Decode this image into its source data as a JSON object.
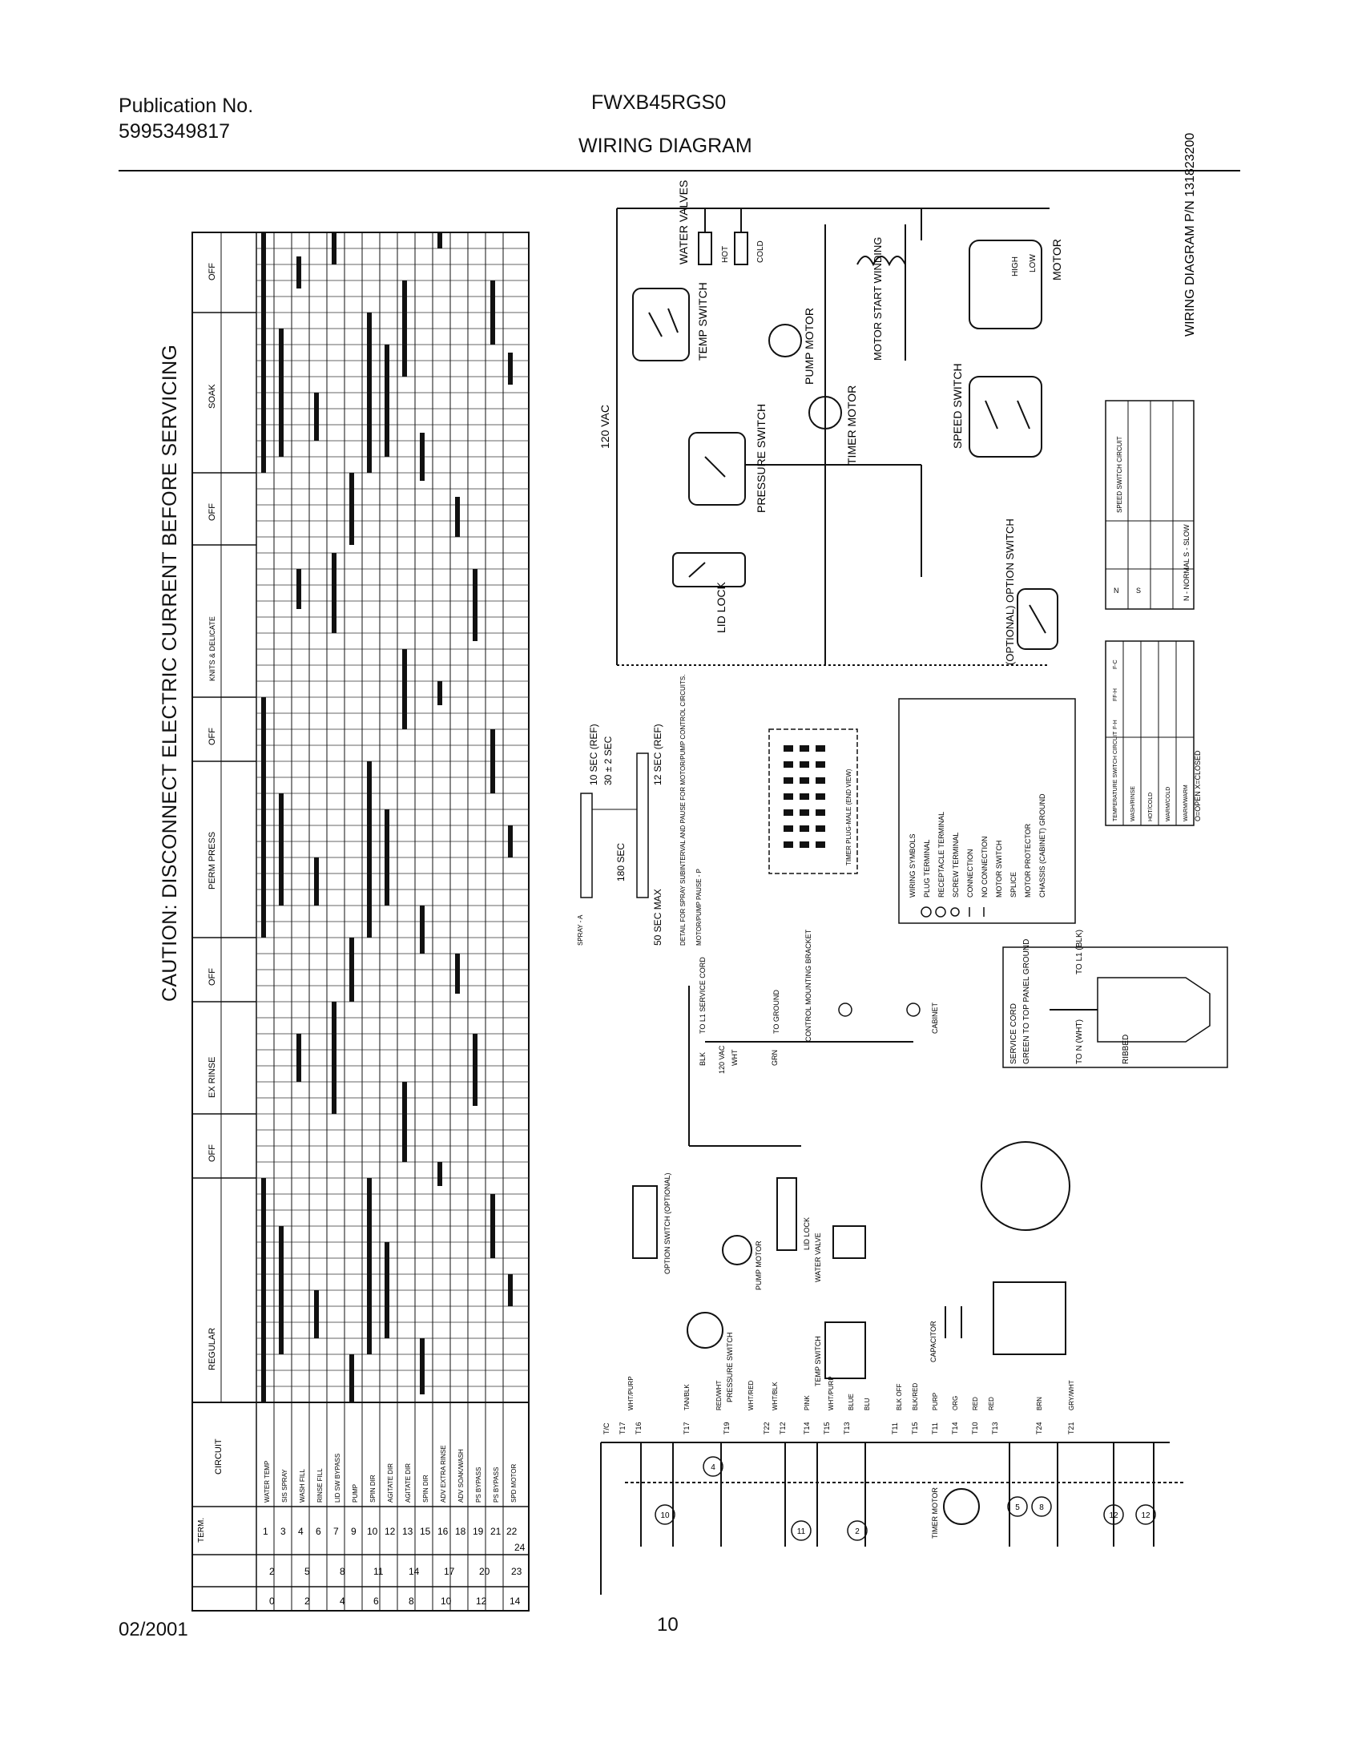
{
  "header": {
    "publication_label": "Publication No.",
    "publication_number": "5995349817",
    "model": "FWXB45RGS0",
    "title": "WIRING DIAGRAM"
  },
  "caution": "CAUTION: DISCONNECT ELECTRIC CURRENT BEFORE SERVICING",
  "footer": {
    "date": "02/2001",
    "page": "10"
  },
  "timer_chart": {
    "cycle_groups": [
      "OFF",
      "SOAK",
      "OFF",
      "KNITS & DELICATE",
      "OFF",
      "PERM PRESS",
      "OFF",
      "EX RINSE",
      "OFF",
      "REGULAR"
    ],
    "circuit_header": "CIRCUIT",
    "circuits": [
      "WATER TEMP",
      "SIS SPRAY",
      "WASH FILL",
      "RINSE FILL",
      "LID SW BYPASS",
      "PUMP",
      "SPIN DIR",
      "AGITATE DIR",
      "AGITATE DIR",
      "SPIN DIR",
      "ADV EXTRA RINSE",
      "ADV SOAK/WASH",
      "PS BYPASS",
      "PS BYPASS",
      "SPD MOTOR"
    ],
    "term_header": "TERM.",
    "terms_a": [
      "1",
      "3",
      "4",
      "6",
      "7",
      "9",
      "10",
      "12",
      "13",
      "15",
      "16",
      "18",
      "19",
      "21",
      "22",
      "24"
    ],
    "terms_b": [
      "2",
      "5",
      "8",
      "11",
      "14",
      "17",
      "20",
      "23"
    ],
    "cam_numbers": [
      "0",
      "2",
      "4",
      "6",
      "8",
      "10",
      "12",
      "14"
    ]
  },
  "schematic": {
    "supply": "120 VAC",
    "water_valves": "WATER VALVES",
    "hot": "HOT",
    "cold": "COLD",
    "temp_switch": "TEMP SWITCH",
    "pump_motor": "PUMP MOTOR",
    "timer_motor": "TIMER MOTOR",
    "pressure_switch": "PRESSURE SWITCH",
    "lid_lock": "LID LOCK",
    "motor_start_winding": "MOTOR START WINDING",
    "motor": "MOTOR",
    "high": "HIGH",
    "low": "LOW",
    "speed_switch": "SPEED SWITCH",
    "option_switch": "(OPTIONAL) OPTION SWITCH",
    "wiring_diagram_pn": "WIRING DIAGRAM P/N 131823200"
  },
  "timing": {
    "sec10": "10 SEC (REF)",
    "sec30": "30 ± 2 SEC",
    "sec12": "12 SEC (REF)",
    "sec180": "180 SEC",
    "sec50": "50 SEC MAX",
    "detail": "DETAIL FOR SPRAY SUBINTERVAL AND PAUSE FOR MOTOR/PUMP CONTROL CIRCUITS.",
    "spray": "SPRAY - A",
    "pause": "MOTOR/PUMP PAUSE - P"
  },
  "timer_plug": "TIMER PLUG-MALE (END VIEW)",
  "legend": {
    "title": "WIRING SYMBOLS",
    "items": [
      "PLUG TERMINAL",
      "RECEPTACLE TERMINAL",
      "SCREW TERMINAL",
      "CONNECTION",
      "NO CONNECTION",
      "MOTOR SWITCH",
      "SPLICE",
      "MOTOR PROTECTOR",
      "CHASSIS (CABINET) GROUND"
    ]
  },
  "speed_table": {
    "title": "SPEED SWITCH CIRCUIT",
    "cols": [
      "N",
      "S"
    ],
    "note": "N - NORMAL   S - SLOW"
  },
  "temp_table": {
    "title": "TEMPERATURE SWITCH CIRCUIT",
    "rows": [
      "WASH/RINSE",
      "HOT/COLD",
      "WARM/COLD",
      "WARM/WARM"
    ],
    "cols": [
      "F-H",
      "FF-H",
      "F-C"
    ],
    "note": "O=OPEN   X=CLOSED"
  },
  "cord": {
    "service_cord": "SERVICE CORD",
    "green": "GREEN TO TOP PANEL GROUND",
    "to_black": "TO L1 (BLK)",
    "to_white": "TO N (WHT)",
    "ribbed": "RIBBED"
  },
  "pictorial": {
    "to_service_cord": "TO L1 SERVICE CORD",
    "ground": "TO GROUND",
    "control_bracket": "CONTROL MOUNTING BRACKET",
    "cabinet": "CABINET",
    "grn": "GRN",
    "blk": "BLK",
    "wht": "WHT",
    "vac": "120 VAC",
    "lid_lock": "LID LOCK",
    "option_switch": "OPTION SWITCH (OPTIONAL)",
    "pump_motor": "PUMP MOTOR",
    "water_valve": "WATER VALVE",
    "pressure_switch": "PRESSURE SWITCH",
    "temp_switch": "TEMP SWITCH",
    "capacitor": "CAPACITOR",
    "timer_motor": "TIMER MOTOR",
    "wires": [
      "WHT/PURP",
      "TAN/BLK",
      "RED/WHT",
      "WHT/RED",
      "WHT/BLK",
      "PINK",
      "WHT/PURP",
      "BLUE",
      "BLU",
      "BLK OFF",
      "BLK/RED",
      "PURP",
      "ORG",
      "RED",
      "RED",
      "BRN",
      "GRY/WHT"
    ],
    "terms": [
      "T/C",
      "T17",
      "T16",
      "T17",
      "T19",
      "T22",
      "T12",
      "T14",
      "T15",
      "T13",
      "T11",
      "T15",
      "T11",
      "T14",
      "T10",
      "T13",
      "T24",
      "T21"
    ],
    "circles": [
      "10",
      "4",
      "11",
      "2",
      "5",
      "8",
      "12",
      "12"
    ]
  }
}
